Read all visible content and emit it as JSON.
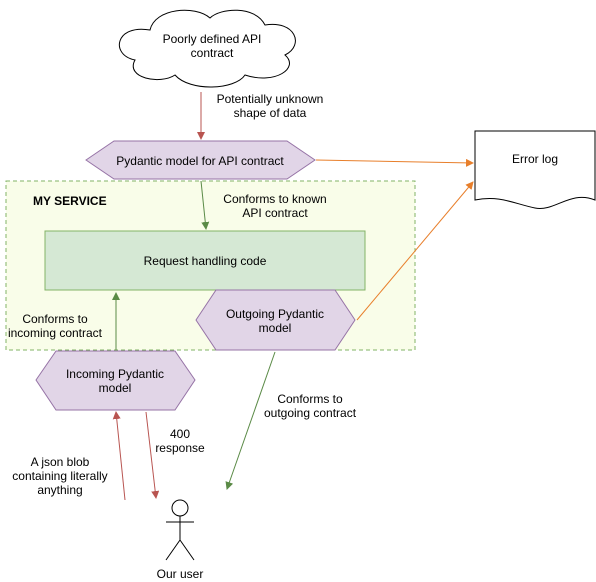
{
  "nodes": {
    "cloud": [
      "Poorly defined API",
      "contract"
    ],
    "api_model": "Pydantic model for API contract",
    "error_log": "Error log",
    "service": "MY SERVICE",
    "request_handling": "Request handling code",
    "outgoing_model": [
      "Outgoing Pydantic",
      "model"
    ],
    "incoming_model": [
      "Incoming Pydantic",
      "model"
    ],
    "user": "Our user"
  },
  "edge_labels": {
    "unknown_shape": [
      "Potentially unknown",
      "shape of data"
    ],
    "conforms_known": [
      "Conforms to known",
      "API contract"
    ],
    "conforms_incoming": [
      "Conforms to",
      "incoming contract"
    ],
    "conforms_outgoing": [
      "Conforms to",
      "outgoing contract"
    ],
    "response_400": [
      "400",
      "response"
    ],
    "json_blob": [
      "A json blob",
      "containing literally",
      "anything"
    ]
  },
  "colors": {
    "service_fill": "#f9fde9",
    "service_stroke": "#82b366",
    "hex_fill": "#e1d5e7",
    "hex_stroke": "#9673a6",
    "box_fill": "#d5e8d4",
    "box_stroke": "#82b366",
    "arrow_red": "#b85450",
    "arrow_green": "#5a8a46",
    "arrow_orange": "#e87f2b"
  }
}
